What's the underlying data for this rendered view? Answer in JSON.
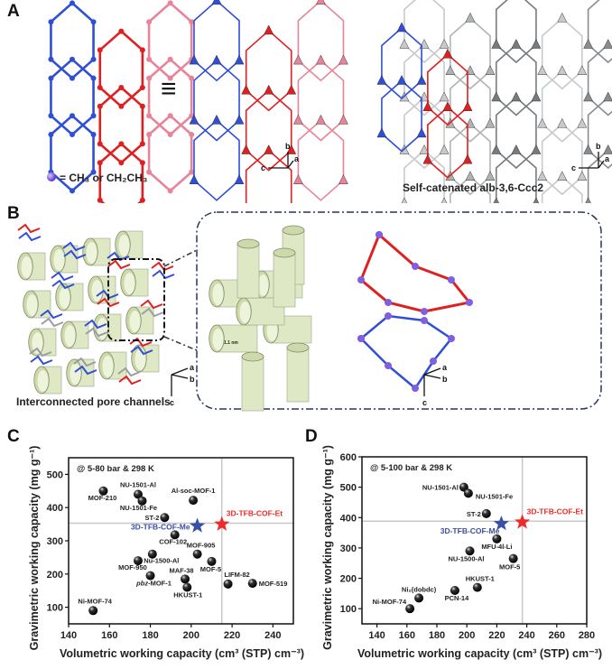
{
  "panels": {
    "a": {
      "letter": "A",
      "equiv_symbol": "≡",
      "legend_text": "= CH₃ or CH₂CH₃",
      "caption": "Self-catenated alb-3,6-Ccc2",
      "axes": {
        "b": "b",
        "a": "a",
        "c": "c"
      }
    },
    "b": {
      "letter": "B",
      "caption": "Interconnected pore channels",
      "pore_size": "1.1 nm",
      "axes": {
        "a": "a",
        "b": "b",
        "c": "c"
      }
    },
    "c": {
      "letter": "C"
    },
    "d": {
      "letter": "D"
    }
  },
  "colors": {
    "blue": "#2f4fd6",
    "red": "#e02020",
    "pink": "#e8849a",
    "gray": "#8a8f92",
    "pore": "#dfe8c4",
    "me_star": "#3a4fa8",
    "et_star": "#ee2b2b"
  },
  "chart_data": [
    {
      "type": "scatter",
      "title": "",
      "annotation": "@ 5-80 bar & 298 K",
      "xlabel": "Volumetric working capacity (cm³ (STP) cm⁻³)",
      "ylabel": "Gravimetric working capacity (mg g⁻¹)",
      "xlim": [
        140,
        250
      ],
      "ylim": [
        50,
        550
      ],
      "xticks": [
        140,
        160,
        180,
        200,
        220,
        240
      ],
      "yticks": [
        100,
        200,
        300,
        400,
        500
      ],
      "reference_lines": {
        "x": 215,
        "y": 353
      },
      "points": [
        {
          "label": "MOF-210",
          "x": 157,
          "y": 450,
          "kind": "mof"
        },
        {
          "label": "NU-1501-Al",
          "x": 174,
          "y": 440,
          "kind": "mof"
        },
        {
          "label": "NU-1501-Fe",
          "x": 176,
          "y": 420,
          "kind": "mof"
        },
        {
          "label": "Al-soc-MOF-1",
          "x": 201,
          "y": 422,
          "kind": "mof"
        },
        {
          "label": "ST-2",
          "x": 187,
          "y": 370,
          "kind": "mof"
        },
        {
          "label": "3D-TFB-COF-Me",
          "x": 203,
          "y": 345,
          "kind": "me"
        },
        {
          "label": "3D-TFB-COF-Et",
          "x": 215,
          "y": 350,
          "kind": "et"
        },
        {
          "label": "COF-102",
          "x": 192,
          "y": 318,
          "kind": "mof"
        },
        {
          "label": "MOF-905",
          "x": 203,
          "y": 260,
          "kind": "mof"
        },
        {
          "label": "Nu-1500-Al",
          "x": 181,
          "y": 260,
          "kind": "mof"
        },
        {
          "label": "MOF-950",
          "x": 174,
          "y": 240,
          "kind": "mof"
        },
        {
          "label": "MOF-5",
          "x": 210,
          "y": 238,
          "kind": "mof"
        },
        {
          "label": "pbz-MOF-1",
          "x": 180,
          "y": 195,
          "kind": "mof"
        },
        {
          "label": "MAF-38",
          "x": 197,
          "y": 185,
          "kind": "mof"
        },
        {
          "label": "HKUST-1",
          "x": 198,
          "y": 160,
          "kind": "mof"
        },
        {
          "label": "LIFM-82",
          "x": 218,
          "y": 170,
          "kind": "mof"
        },
        {
          "label": "MOF-519",
          "x": 230,
          "y": 172,
          "kind": "mof"
        },
        {
          "label": "Ni-MOF-74",
          "x": 152,
          "y": 90,
          "kind": "mof"
        }
      ]
    },
    {
      "type": "scatter",
      "title": "",
      "annotation": "@ 5-100 bar & 298 K",
      "xlabel": "Volumetric working capacity (cm³ (STP) cm⁻³)",
      "ylabel": "Gravimetric working capacity (mg g⁻¹)",
      "xlim": [
        130,
        280
      ],
      "ylim": [
        50,
        600
      ],
      "xticks": [
        140,
        160,
        180,
        200,
        220,
        240,
        260,
        280
      ],
      "yticks": [
        100,
        200,
        300,
        400,
        500,
        600
      ],
      "reference_lines": {
        "x": 237,
        "y": 388
      },
      "points": [
        {
          "label": "NU-1501-Al",
          "x": 198,
          "y": 500,
          "kind": "mof"
        },
        {
          "label": "NU-1501-Fe",
          "x": 201,
          "y": 480,
          "kind": "mof"
        },
        {
          "label": "ST-2",
          "x": 213,
          "y": 413,
          "kind": "mof"
        },
        {
          "label": "3D-TFB-COF-Me",
          "x": 223,
          "y": 380,
          "kind": "me"
        },
        {
          "label": "3D-TFB-COF-Et",
          "x": 237,
          "y": 385,
          "kind": "et"
        },
        {
          "label": "MFU-4l-Li",
          "x": 220,
          "y": 330,
          "kind": "mof"
        },
        {
          "label": "NU-1500-Al",
          "x": 202,
          "y": 290,
          "kind": "mof"
        },
        {
          "label": "MOF-5",
          "x": 231,
          "y": 265,
          "kind": "mof"
        },
        {
          "label": "HKUST-1",
          "x": 207,
          "y": 170,
          "kind": "mof"
        },
        {
          "label": "PCN-14",
          "x": 192,
          "y": 160,
          "kind": "mof"
        },
        {
          "label": "Ni₂(dobdc)",
          "x": 168,
          "y": 135,
          "kind": "mof"
        },
        {
          "label": "Ni-MOF-74",
          "x": 162,
          "y": 100,
          "kind": "mof"
        }
      ]
    }
  ]
}
